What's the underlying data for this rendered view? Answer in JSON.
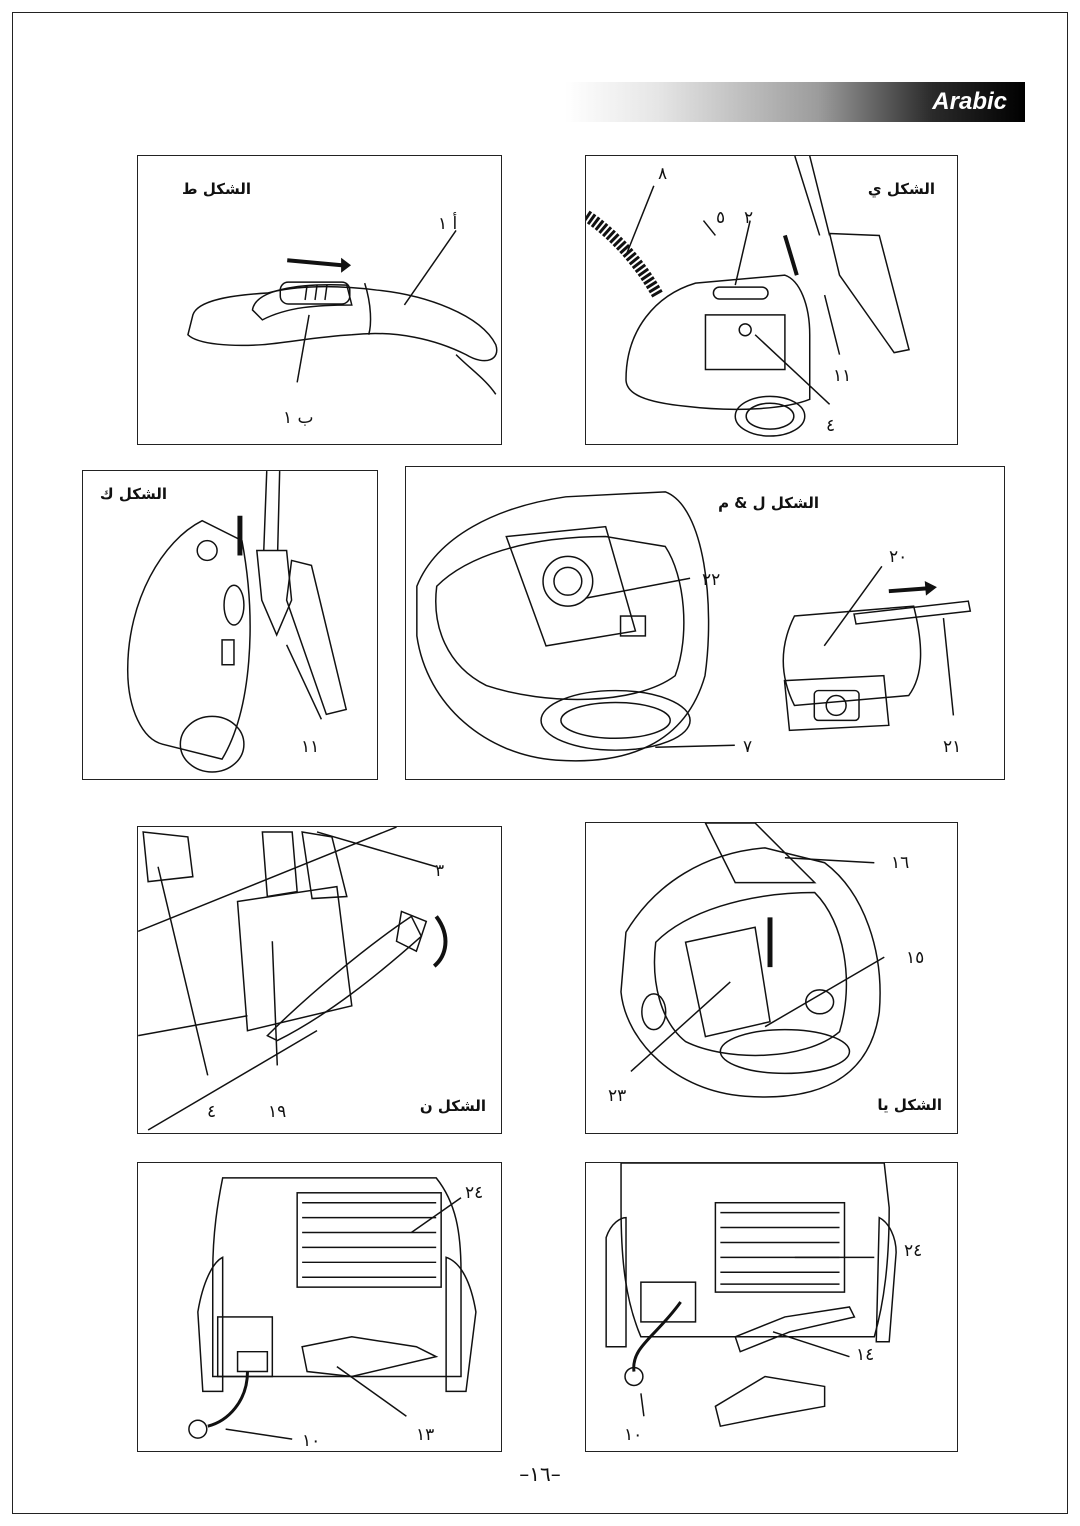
{
  "banner": {
    "language": "Arabic"
  },
  "page_number": "–١٦–",
  "figures": {
    "fig_t": {
      "caption": "الشكل ط",
      "labels": {
        "a1": "أ ١",
        "b1": "ب ١"
      }
    },
    "fig_y": {
      "caption": "الشكل ي",
      "labels": {
        "n8": "٨",
        "n5": "٥",
        "n2": "٢",
        "n11": "١١",
        "n4": "٤"
      }
    },
    "fig_k": {
      "caption": "الشكل ك",
      "labels": {
        "n11": "١١"
      }
    },
    "fig_lm": {
      "caption": "الشكل ل & م",
      "labels": {
        "n22": "٢٢",
        "n7": "٧",
        "n20": "٢٠",
        "n21": "٢١"
      }
    },
    "fig_n": {
      "caption": "الشكل ن",
      "labels": {
        "n3": "٣",
        "n4": "٤",
        "n19": "١٩"
      }
    },
    "fig_ya": {
      "caption": "الشكل يا",
      "labels": {
        "n16": "١٦",
        "n15": "١٥",
        "n23": "٢٣"
      }
    },
    "fig_bl": {
      "labels": {
        "n24": "٢٤",
        "n10": "١٠",
        "n13": "١٣"
      }
    },
    "fig_br": {
      "labels": {
        "n24": "٢٤",
        "n14": "١٤",
        "n10": "١٠"
      }
    }
  }
}
